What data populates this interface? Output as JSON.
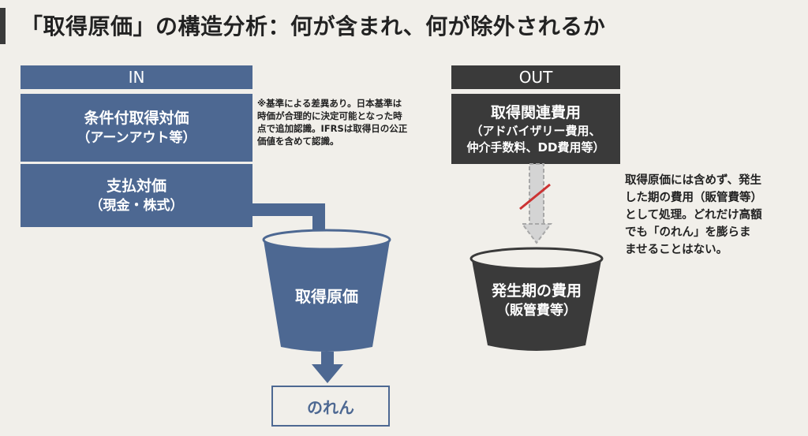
{
  "title": "「取得原価」の構造分析：何が含まれ、何が除外されるか",
  "in_panel": {
    "header": "IN",
    "items": [
      {
        "line1": "条件付取得対価",
        "line2": "（アーンアウト等）"
      },
      {
        "line1": "支払対価",
        "line2": "（現金・株式）"
      }
    ],
    "note": [
      "※基準による差異あり。日本基準は",
      "時価が合理的に決定可能となった時",
      "点で追加認識。IFRSは取得日の公正",
      "価値を含めて認識。"
    ],
    "bucket_label": "取得原価",
    "output_label": "のれん"
  },
  "out_panel": {
    "header": "OUT",
    "item": {
      "line1": "取得関連費用",
      "line2": "（アドバイザリー費用、",
      "line3": "仲介手数料、DD費用等）"
    },
    "note": [
      "取得原価には含めず、発生",
      "した期の費用（販管費等）",
      "として処理。どれだけ高額",
      "でも「のれん」を膨らま",
      "ませることはない。"
    ],
    "bucket_line1": "発生期の費用",
    "bucket_line2": "（販管費等）"
  },
  "colors": {
    "in_blue": "#4d6892",
    "out_dark": "#3a3a3a",
    "background": "#f1efea",
    "cross_red": "#cc3333",
    "dashed_gray": "#bdbdbd"
  }
}
